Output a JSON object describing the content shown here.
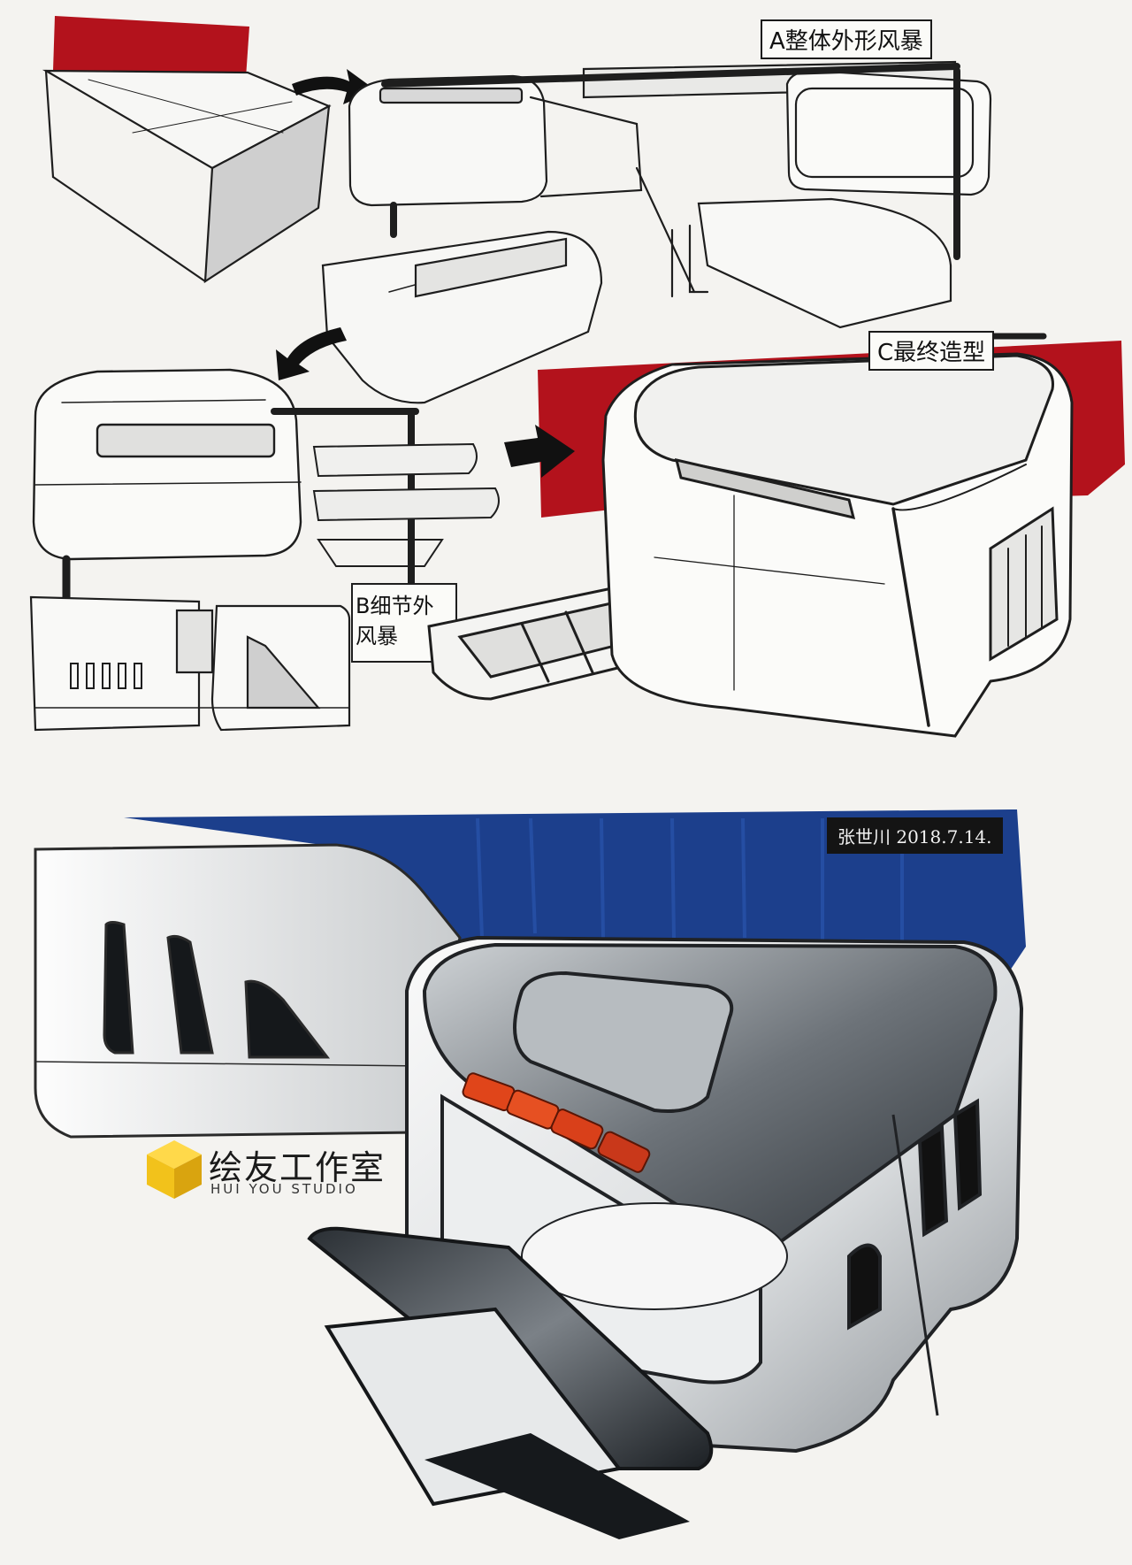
{
  "labels": {
    "a": "A整体外形风暴",
    "b_line1": "B细节外",
    "b_line2": "风暴",
    "c": "C最终造型"
  },
  "date_tag": "张世川 2018.7.14.",
  "logo": {
    "name_cn": "绘友工作室",
    "name_en": "HUI YOU STUDIO",
    "icon": "yellow-cube-icon"
  },
  "colors": {
    "red_marker": "#b3121c",
    "blue_marker": "#1c3f8c",
    "logo_yellow": "#f2c21b",
    "light_orange": "#e0451a"
  }
}
